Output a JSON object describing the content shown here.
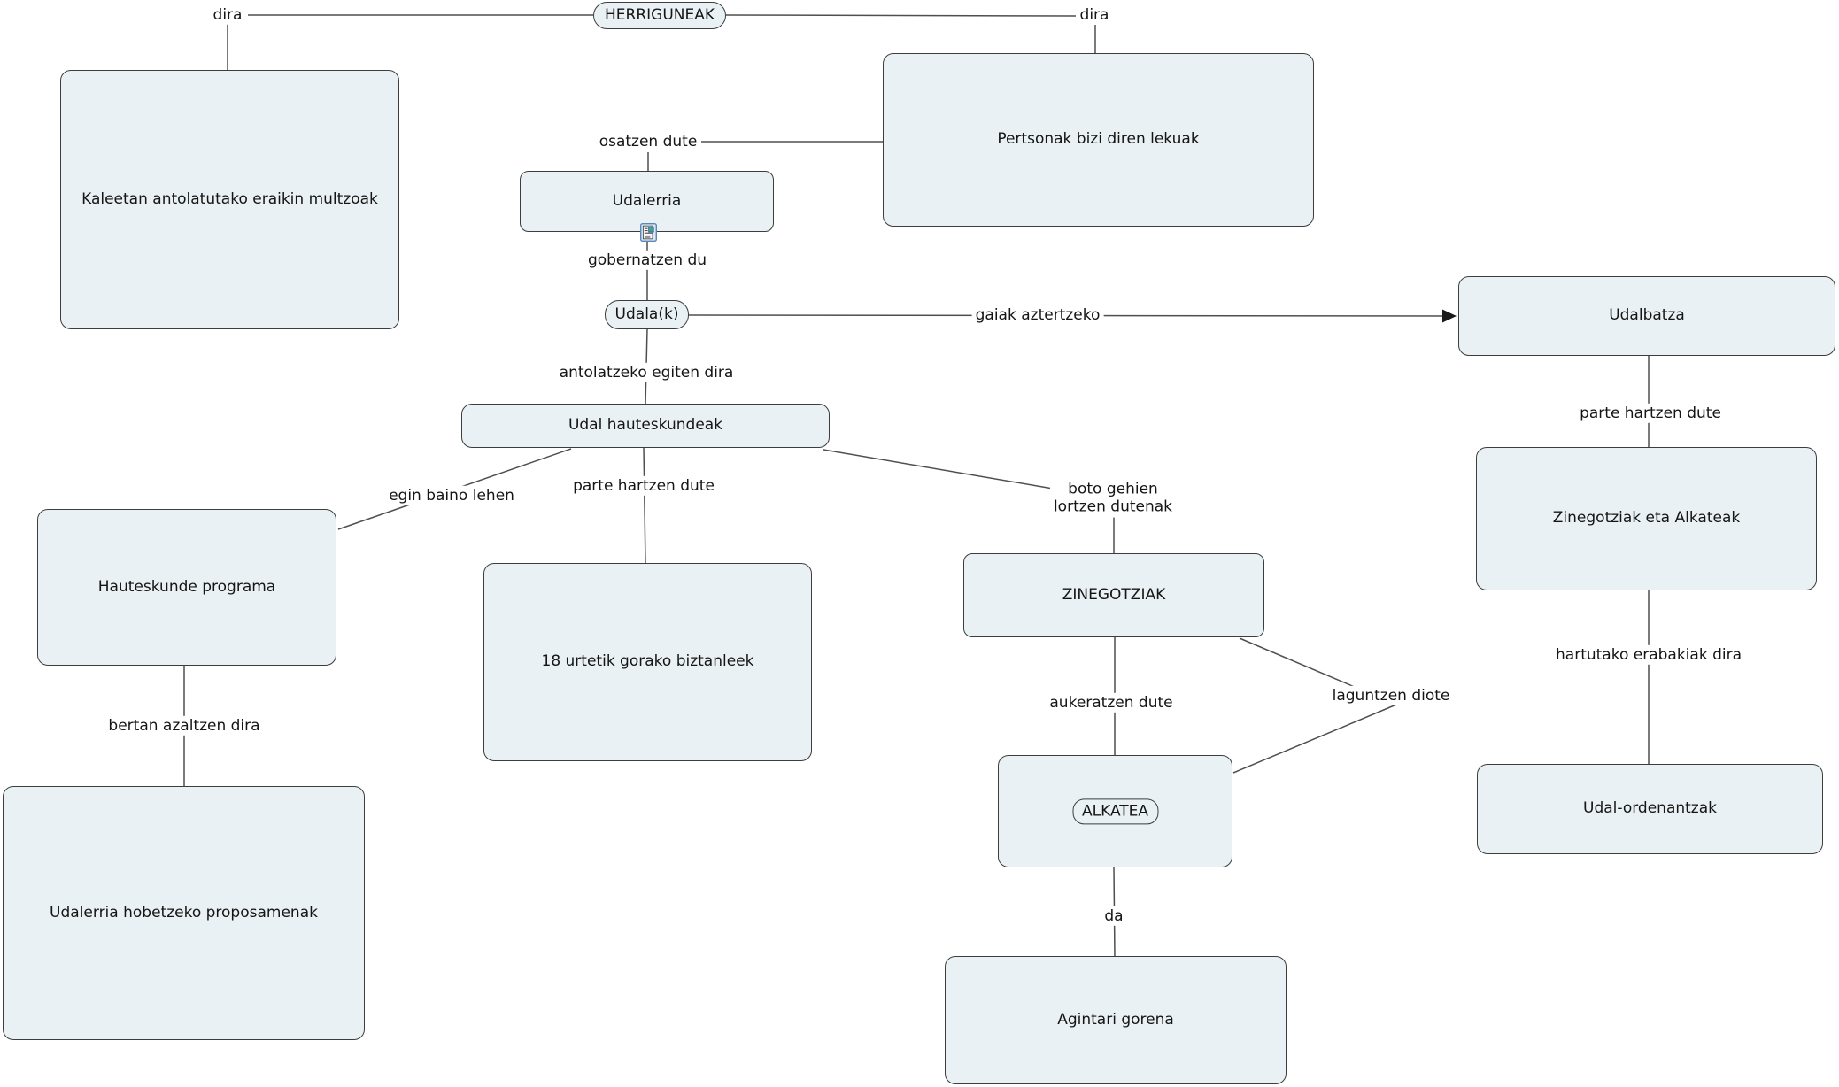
{
  "diagram": {
    "title": "HERRIGUNEAK kontzeptu-mapa",
    "palette": {
      "background": "#ffffff",
      "node_fill": "#eaf1f4",
      "node_border": "#3d3d3d",
      "line": "#4f4f4f",
      "arrowhead": "#1a1a1a",
      "text": "#151515",
      "label_bg": "#ffffff",
      "resource_icon_border": "#5b86b8",
      "resource_icon_fill": "#d9e7f6",
      "resource_icon_thumb": "#3f9f9b"
    },
    "nodes": {
      "herriguneak": "HERRIGUNEAK",
      "kaleetan": "Kaleetan antolatutako eraikin multzoak",
      "pertsonak": "Pertsonak bizi diren lekuak",
      "udalerria": "Udalerria",
      "udalak": "Udala(k)",
      "udal_hauteskundeak": "Udal hauteskundeak",
      "udalbatza": "Udalbatza",
      "zinegotziak_eta_alkateak": "Zinegotziak eta Alkateak",
      "udal_ordenantzak": "Udal-ordenantzak",
      "hauteskunde_programa": "Hauteskunde programa",
      "udalerria_hobetzeko": "Udalerria hobetzeko proposamenak",
      "biztanleek_18": "18 urtetik gorako biztanleek",
      "zinegotziak": "ZINEGOTZIAK",
      "alkatea": "ALKATEA",
      "agintari_gorena": "Agintari gorena"
    },
    "edge_labels": {
      "dira_left": "dira",
      "dira_right": "dira",
      "osatzen_dute": "osatzen dute",
      "gobernatzen_du": "gobernatzen du",
      "gaiak_aztertzeko": "gaiak aztertzeko",
      "antolatzeko_egiten_dira": "antolatzeko egiten dira",
      "egin_baino_lehen": "egin baino lehen",
      "parte_hartzen_dute_center": "parte hartzen dute",
      "boto_gehien": "boto gehien\nlortzen dutenak",
      "parte_hartzen_dute_right": "parte hartzen dute",
      "hartutako_erabakiak_dira": "hartutako erabakiak dira",
      "bertan_azaltzen_dira": "bertan azaltzen dira",
      "aukeratzen_dute": "aukeratzen dute",
      "laguntzen_diote": "laguntzen diote",
      "da": "da"
    },
    "icons": {
      "udalerria_resource": "document-resource-icon"
    }
  }
}
